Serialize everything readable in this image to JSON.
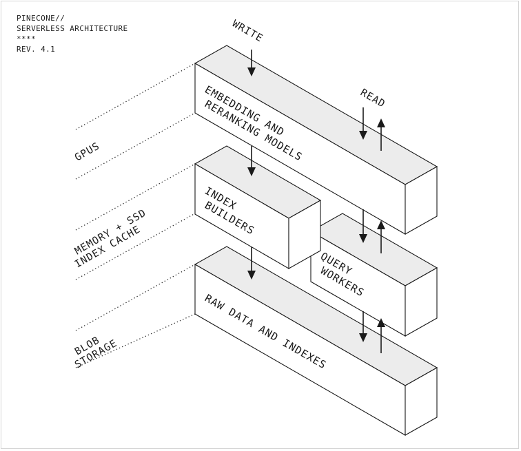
{
  "header": {
    "line1": "PINECONE//",
    "line2": "SERVERLESS ARCHITECTURE",
    "line3": "****",
    "line4": "REV. 4.1"
  },
  "flows": {
    "write": "WRITE",
    "read": "READ"
  },
  "tiers": {
    "gpus": "GPUS",
    "memory_line1": "MEMORY + SSD",
    "memory_line2": "INDEX CACHE",
    "blob_line1": "BLOB",
    "blob_line2": "STORAGE"
  },
  "boxes": {
    "embedding_line1": "EMBEDDING AND",
    "embedding_line2": "RERANKING MODELS",
    "index_line1": "INDEX",
    "index_line2": "BUILDERS",
    "query_line1": "QUERY",
    "query_line2": "WORKERS",
    "raw_line1": "RAW DATA AND INDEXES"
  }
}
